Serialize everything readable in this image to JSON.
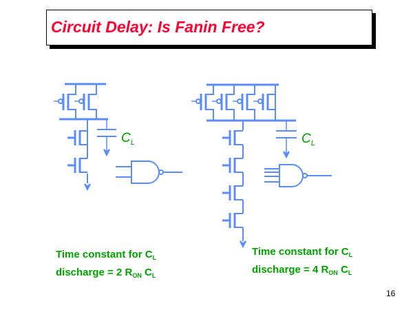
{
  "title": "Circuit Delay: Is Fanin Free?",
  "left": {
    "cap_label": "C",
    "cap_sub": "L",
    "line1": "Time constant for C",
    "line1_sub": "L",
    "line2": "discharge = 2 R",
    "line2_sub": "ON",
    "line2_end": " C",
    "line2_end_sub": "L"
  },
  "right": {
    "cap_label": "C",
    "cap_sub": "L",
    "line1": "Time constant for C",
    "line1_sub": "L",
    "line2": "discharge = 4 R",
    "line2_sub": "ON",
    "line2_end": " C",
    "line2_end_sub": "L"
  },
  "page_number": "16",
  "colors": {
    "wire": "#5b8cff",
    "title": "#ff0033",
    "text": "#00a000"
  }
}
